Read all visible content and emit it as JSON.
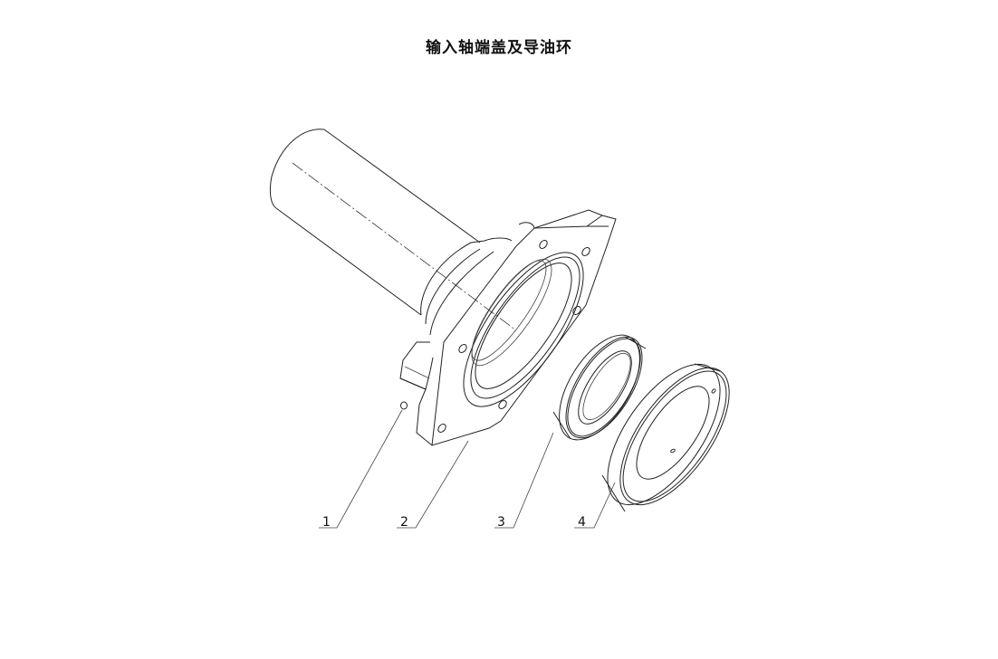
{
  "title": "输入轴端盖及导油环",
  "callouts": [
    {
      "number": "1"
    },
    {
      "number": "2"
    },
    {
      "number": "3"
    },
    {
      "number": "4"
    }
  ]
}
